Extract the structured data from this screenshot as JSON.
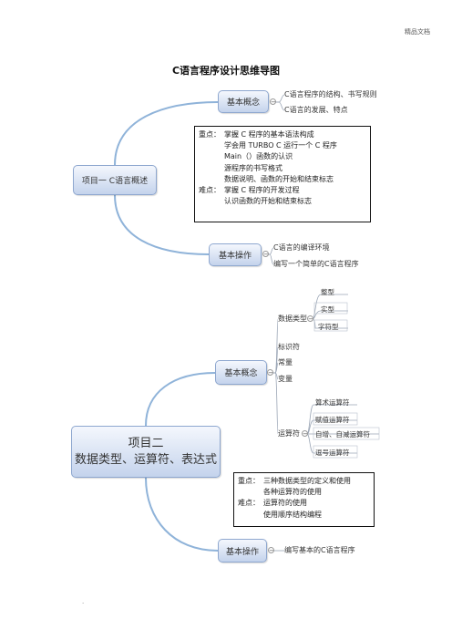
{
  "header_note": "精品文档",
  "title": "C语言程序设计思维导图",
  "project1": {
    "label": "项目一 C语言概述",
    "basic_concept": {
      "label": "基本概念",
      "items": [
        "C语言程序的结构、书写规则",
        "C语言的发展、特点"
      ]
    },
    "notes": [
      {
        "tag": "重点：",
        "text": "掌握 C 程序的基本语法构成"
      },
      {
        "tag": "",
        "text": "学会用 TURBO C 运行一个 C 程序"
      },
      {
        "tag": "",
        "text": "Main（）函数的认识"
      },
      {
        "tag": "",
        "text": "源程序的书写格式"
      },
      {
        "tag": "",
        "text": "数据说明、函数的开始和结束标志"
      },
      {
        "tag": "难点：",
        "text": "掌握 C 程序的开发过程"
      },
      {
        "tag": "",
        "text": "认识函数的开始和结束标志"
      }
    ],
    "basic_operation": {
      "label": "基本操作",
      "items": [
        "C语言的编译环境",
        "编写一个简单的C语言程序"
      ]
    }
  },
  "project2": {
    "label_line1": "项目二",
    "label_line2": "数据类型、运算符、表达式",
    "basic_concept": {
      "label": "基本概念",
      "data_types": {
        "label": "数据类型",
        "items": [
          "整型",
          "实型",
          "字符型"
        ]
      },
      "plain_items": [
        "标识符",
        "常量",
        "变量"
      ],
      "operators": {
        "label": "运算符",
        "items": [
          "算术运算符",
          "赋值运算符",
          "自增、自减运算符",
          "逗号运算符"
        ]
      }
    },
    "notes": [
      {
        "tag": "重点：",
        "text": "三种数据类型的定义和使用"
      },
      {
        "tag": "",
        "text": "各种运算符的使用"
      },
      {
        "tag": "难点：",
        "text": "运算符的使用"
      },
      {
        "tag": "",
        "text": "使用顺序结构编程"
      }
    ],
    "basic_operation": {
      "label": "基本操作",
      "items": [
        "编写基本的C语言程序"
      ]
    }
  },
  "footer_mark": "."
}
